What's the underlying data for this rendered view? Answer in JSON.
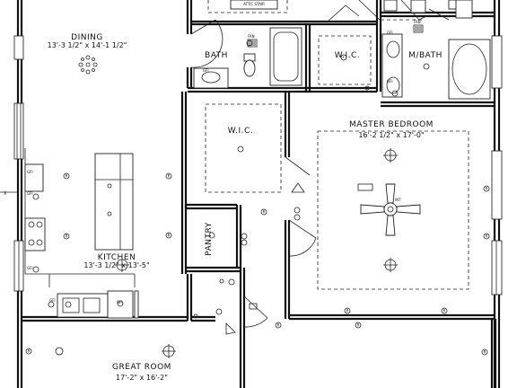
{
  "rooms": {
    "dining": {
      "name": "DINING",
      "dims": "13'-3 1/2\" x 14'-1 1/2\""
    },
    "bath": {
      "name": "BATH"
    },
    "wic1": {
      "name": "W.I.C."
    },
    "mbath": {
      "name": "M/BATH"
    },
    "wic2": {
      "name": "W.I.C."
    },
    "master": {
      "name": "MASTER BEDROOM",
      "dims": "16'-2 1/2\" x 17'-0\""
    },
    "pantry": {
      "name": "PANTRY"
    },
    "kitchen": {
      "name": "KITCHEN",
      "dims": "13'-3 1/2\" x 13'-5\""
    },
    "great": {
      "name": "GREAT ROOM",
      "dims": "17'-2\" x 16'-2\""
    }
  },
  "annotations": {
    "attic_stair": "ATTIC STAIR",
    "fan_bath": "FAN",
    "fan_mbath": "FAN",
    "int": "INT",
    "x_marker": "X"
  },
  "outlet_symbols": {
    "recept": "R",
    "gfi": "GFI",
    "switch": "S"
  }
}
